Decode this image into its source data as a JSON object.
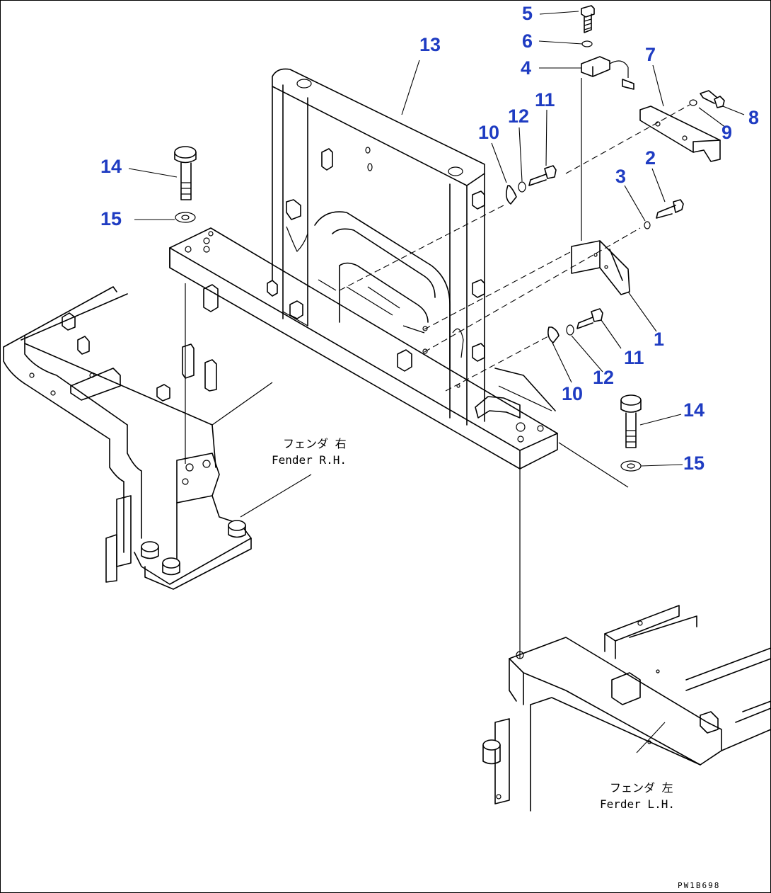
{
  "callouts": {
    "c1": "1",
    "c2": "2",
    "c3": "3",
    "c4": "4",
    "c5": "5",
    "c6": "6",
    "c7": "7",
    "c8": "8",
    "c9": "9",
    "c10a": "10",
    "c10b": "10",
    "c11a": "11",
    "c11b": "11",
    "c12a": "12",
    "c12b": "12",
    "c13": "13",
    "c14a": "14",
    "c14b": "14",
    "c15a": "15",
    "c15b": "15"
  },
  "notes": {
    "fender_rh_jp": "フェンダ 右",
    "fender_rh_en": "Fender R.H.",
    "fender_lh_jp": "フェンダ 左",
    "fender_lh_en": "Ferder L.H."
  },
  "drawing_code": "PW1B698",
  "colors": {
    "callout": "#1f3cc2",
    "line": "#000000"
  }
}
